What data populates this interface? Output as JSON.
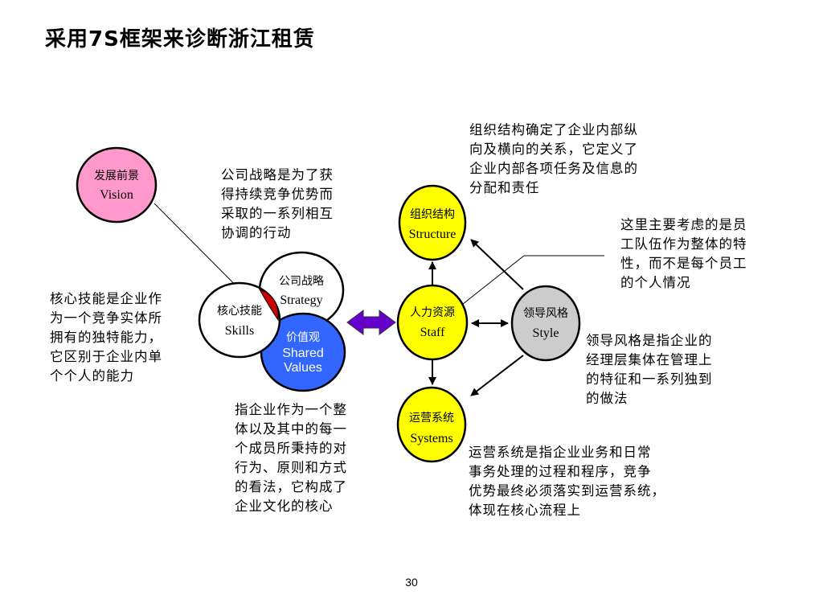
{
  "title": "采用7S框架来诊断浙江租赁",
  "nodes": {
    "vision": {
      "cn": "发展前景",
      "en": "Vision",
      "color": "#ff99cc"
    },
    "strategy": {
      "cn": "公司战略",
      "en": "Strategy",
      "color": "#ffffff"
    },
    "skills": {
      "cn": "核心技能",
      "en": "Skills",
      "color": "#ffffff"
    },
    "shared": {
      "cn": "价值观",
      "en1": "Shared",
      "en2": "Values",
      "color": "#3366ff"
    },
    "structure": {
      "cn": "组织结构",
      "en": "Structure",
      "color": "#ffff00"
    },
    "staff": {
      "cn": "人力资源",
      "en": "Staff",
      "color": "#ffff00"
    },
    "style": {
      "cn": "领导风格",
      "en": "Style",
      "color": "#cccccc"
    },
    "systems": {
      "cn": "运营系统",
      "en": "Systems",
      "color": "#ffff00"
    }
  },
  "descriptions": {
    "strategy": [
      "公司战略是为了获",
      "得持续竞争优势而",
      "采取的一系列相互",
      "协调的行动"
    ],
    "structure": [
      "组织结构确定了企业内部纵",
      "向及横向的关系，它定义了",
      "企业内部各项任务及信息的",
      "分配和责任"
    ],
    "staff": [
      "这里主要考虑的是员",
      "工队伍作为整体的特",
      "性，而不是每个员工",
      "的个人情况"
    ],
    "skills": [
      "核心技能是企业作",
      "为一个竞争实体所",
      "拥有的独特能力，",
      "它区别于企业内单",
      "个个人的能力"
    ],
    "style": [
      "领导风格是指企业的",
      "经理层集体在管理上",
      "的特征和一系列独到",
      "的做法"
    ],
    "shared": [
      "指企业作为一个整",
      "体以及其中的每一",
      "个成员所秉持的对",
      "行为、原则和方式",
      "的看法，它构成了",
      "企业文化的核心"
    ],
    "systems": [
      "运营系统是指企业业务和日常",
      "事务处理的过程和程序，竞争",
      "优势最终必须落实到运营系统，",
      "体现在核心流程上"
    ]
  },
  "colors": {
    "arrow_fill": "#6600cc",
    "overlap": "#cc0000"
  },
  "page_number": "30"
}
